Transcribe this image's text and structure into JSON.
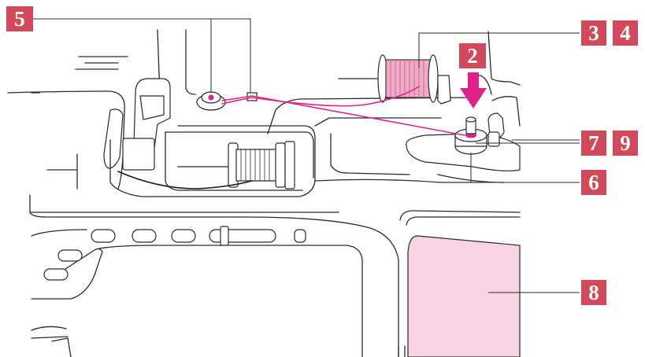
{
  "colors": {
    "badge": "#d2495a",
    "thread": "#e0218a",
    "spool_pink": "#f2a9c8",
    "lcd": "#f7d3e3",
    "black_thread": "#1a1a1a"
  },
  "callouts": [
    {
      "id": "c5",
      "label": "5"
    },
    {
      "id": "c3",
      "label": "3"
    },
    {
      "id": "c4",
      "label": "4"
    },
    {
      "id": "c2",
      "label": "2"
    },
    {
      "id": "c7",
      "label": "7"
    },
    {
      "id": "c9",
      "label": "9"
    },
    {
      "id": "c6",
      "label": "6"
    },
    {
      "id": "c8",
      "label": "8"
    }
  ],
  "arrow": {
    "icon": "down-arrow-icon",
    "color": "#e0218a"
  }
}
